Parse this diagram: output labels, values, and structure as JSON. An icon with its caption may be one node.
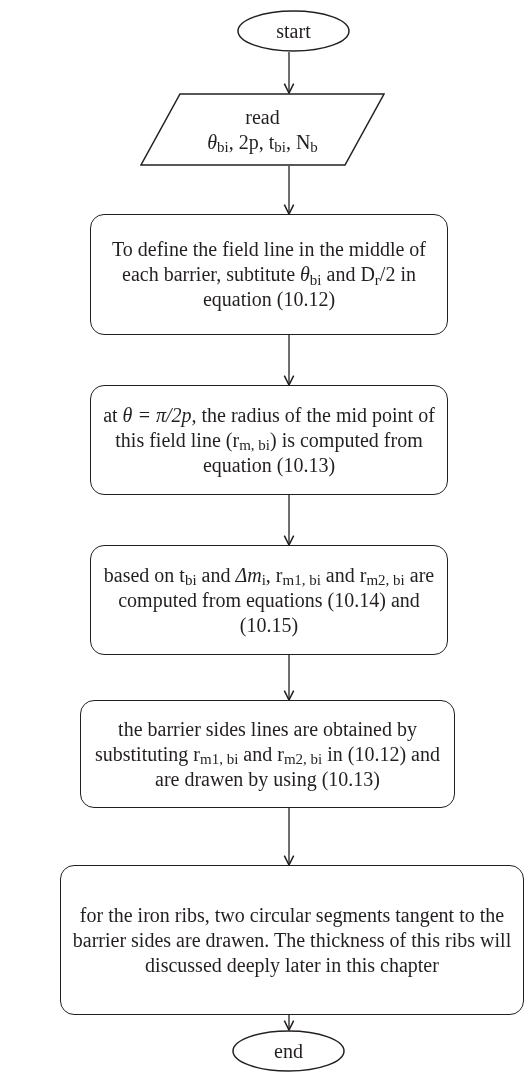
{
  "diagram": {
    "nodes": [
      {
        "text": [
          "start"
        ]
      },
      {
        "text": [
          "read",
          "*θ*$_{bi}$, 2p, t$_{bi}$, N$_{b}$"
        ]
      },
      {
        "text": [
          "To define the field line in the middle of each barrier, subtitute *θ*$_{bi}$ and D$_{r}$/2 in equation (10.12)"
        ]
      },
      {
        "text": [
          "at *θ = π/2p,* the radius of the mid point of this field line (r$_{m, bi}$) is computed from equation (10.13)"
        ]
      },
      {
        "text": [
          "based on t$_{bi}$ and *Δm*$_{i}$, r$_{m1, bi}$ and r$_{m2, bi}$ are computed from equations (10.14) and (10.15)"
        ]
      },
      {
        "text": [
          "the barrier sides lines are obtained by substituting r$_{m1, bi}$ and r$_{m2, bi}$ in (10.12) and are drawen by using (10.13)"
        ]
      },
      {
        "text": [
          "for the iron ribs, two circular segments tangent to the barrier sides are drawen. The thickness of this ribs will discussed deeply later in this chapter"
        ]
      },
      {
        "text": [
          "end"
        ]
      }
    ],
    "edges": [
      {
        "from": 0,
        "to": 1,
        "arrow": "to"
      },
      {
        "from": 1,
        "to": 2,
        "arrow": "to"
      },
      {
        "from": 2,
        "to": 3,
        "arrow": "to"
      },
      {
        "from": 3,
        "to": 4,
        "arrow": "to"
      },
      {
        "from": 4,
        "to": 5,
        "arrow": "to"
      },
      {
        "from": 5,
        "to": 6,
        "arrow": "to"
      },
      {
        "from": 6,
        "to": 7,
        "arrow": "to"
      }
    ]
  }
}
